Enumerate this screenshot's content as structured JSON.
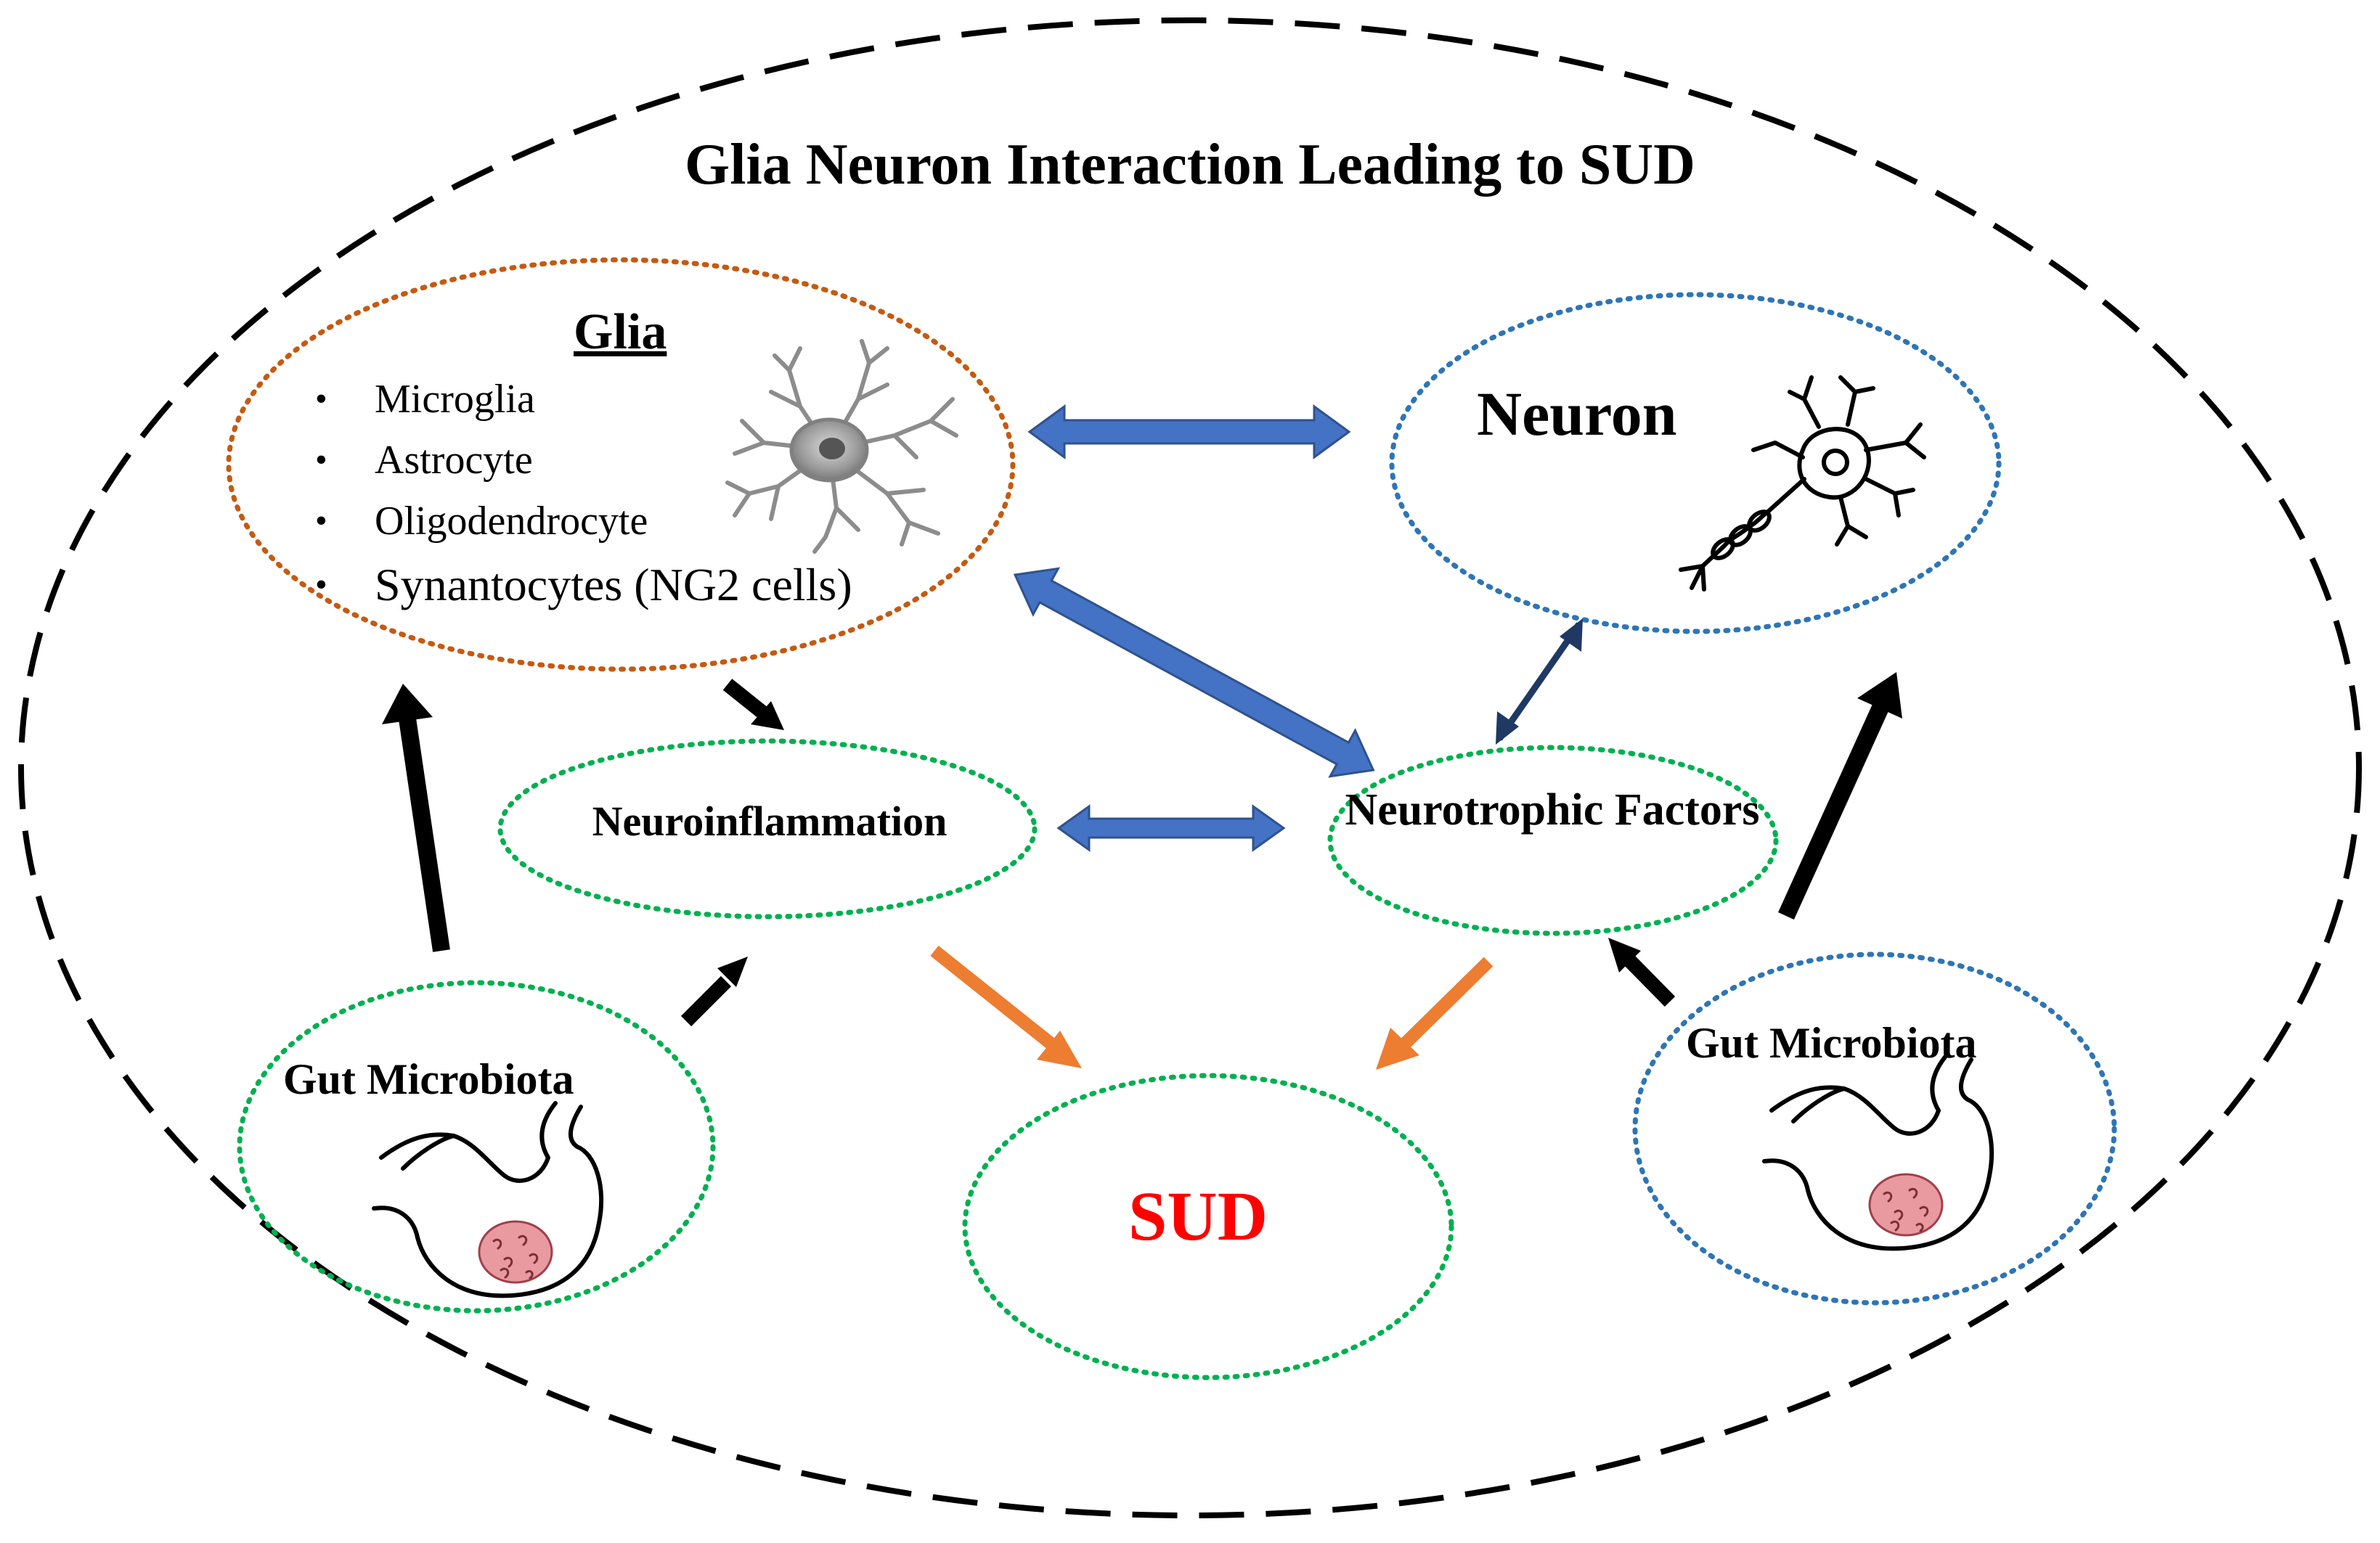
{
  "title": "Glia Neuron Interaction Leading to SUD",
  "glia": {
    "heading": "Glia",
    "items": [
      "Microglia",
      "Astrocyte",
      "Oligodendrocyte",
      "Synantocytes (NG2 cells)"
    ]
  },
  "neuron": {
    "label": "Neuron"
  },
  "neuroinflammation": {
    "label": "Neuroinflammation"
  },
  "neurotrophic": {
    "label": "Neurotrophic Factors"
  },
  "gut_left": {
    "label": "Gut Microbiota"
  },
  "gut_right": {
    "label": "Gut Microbiota"
  },
  "sud": {
    "label": "SUD"
  },
  "colors": {
    "outer_border": "#000000",
    "glia_border": "#c55a11",
    "neuron_border": "#2e75b6",
    "green_border": "#00b050",
    "double_arrow": "#4472c4",
    "sud_arrow": "#ed7d31",
    "sud_text": "#ff0000"
  },
  "icons": [
    "glia-cell-icon",
    "neuron-cell-icon",
    "stomach-icon"
  ]
}
